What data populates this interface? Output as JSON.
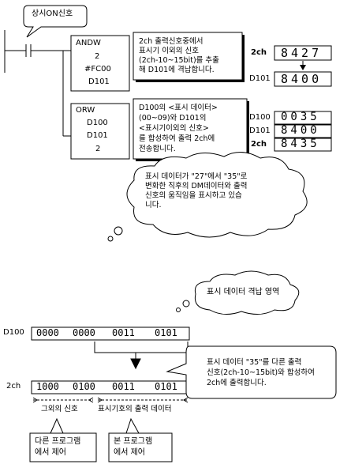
{
  "top": {
    "callout_always_on": "상시ON신호",
    "andw": {
      "op": "ANDW",
      "a": "2",
      "b": "#FC00",
      "c": "D101"
    },
    "andw_note": [
      "2ch 출력신호중에서",
      "표시기 이외의 신호",
      "(2ch-10~15bit)를 추출",
      "해 D101에 격납합니다."
    ],
    "orw": {
      "op": "ORW",
      "a": "D100",
      "b": "D101",
      "c": "2"
    },
    "orw_note": [
      "D100의 <표시 데이터>",
      "(00~09)와 D101의",
      "<표시기이외의 신호>",
      "를 합성하여 출력 2ch에",
      "전송합니다."
    ],
    "reg1": {
      "label_2ch": "2ch",
      "val_2ch": "8427",
      "label_d101": "D101",
      "val_d101": "8400"
    },
    "reg2": {
      "label_d100": "D100",
      "val_d100": "0035",
      "label_d101": "D101",
      "val_d101": "8400",
      "label_2ch": "2ch",
      "val_2ch": "8435"
    },
    "cloud_note": [
      "표시 데이터가 \"27\"에서 \"35\"로",
      "변화한 직후의 DM데이터와 출력",
      "신호의 움직임을 표시하고 있습",
      "니다."
    ]
  },
  "bottom": {
    "cloud_area": "표시 데이터 격납 영역",
    "d100_label": "D100",
    "d100_bits": [
      "0000",
      "0000",
      "0011",
      "0101"
    ],
    "ch2_label": "2ch",
    "ch2_bits": [
      "1000",
      "0100",
      "0011",
      "0101"
    ],
    "callout_right": [
      "표시 데이터 \"35\"를 다른 출력",
      "신호(2ch-10~15bit)와 합성하여",
      "2ch에 출력합니다."
    ],
    "label_other_signal": "그외의 신호",
    "label_display_output": "표시기호의 출력 데이터",
    "box_other_program": [
      "다른 프로그램",
      "에서 제어"
    ],
    "box_this_program": [
      "본 프로그램",
      "에서 제어"
    ]
  }
}
